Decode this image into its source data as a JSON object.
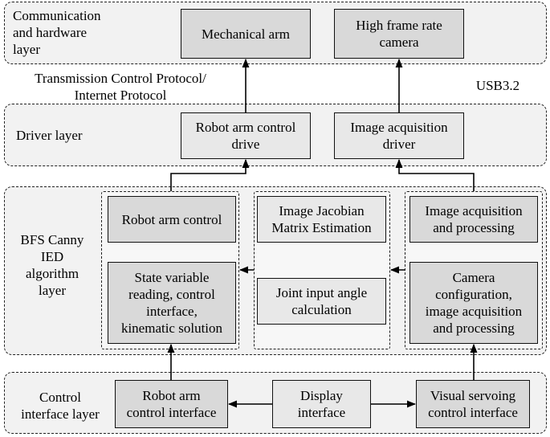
{
  "layers": {
    "communication": "Communication\nand hardware\nlayer",
    "driver": "Driver layer",
    "algorithm": "BFS Canny\nIED\nalgorithm\nlayer",
    "control": "Control\ninterface layer"
  },
  "boxes": {
    "mechanical_arm": "Mechanical arm",
    "camera": "High frame rate\ncamera",
    "robot_drive": "Robot arm control\ndrive",
    "image_driver": "Image acquisition\ndriver",
    "robot_control": "Robot arm control",
    "state_variable": "State variable\nreading, control\ninterface,\nkinematic solution",
    "jacobian": "Image Jacobian\nMatrix Estimation",
    "joint_angle": "Joint input angle\ncalculation",
    "image_processing": "Image acquisition\nand processing",
    "camera_config": "Camera\nconfiguration,\nimage acquisition\nand processing",
    "robot_interface": "Robot arm\ncontrol interface",
    "display": "Display\ninterface",
    "visual_servoing": "Visual servoing\ncontrol interface"
  },
  "annotations": {
    "tcp_ip": "Transmission Control Protocol/\nInternet Protocol",
    "usb": "USB3.2"
  }
}
